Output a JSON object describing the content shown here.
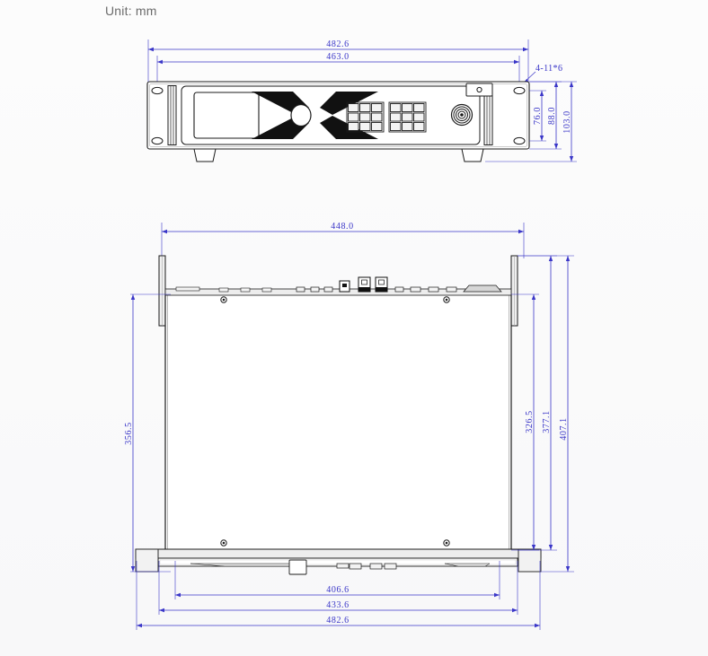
{
  "sheet": {
    "unit_label": "Unit: mm",
    "background_color": "#fbfbfb",
    "dimension_color": "#3a36c8",
    "outline_color": "#1b1b1b",
    "unit_label_color": "#6b6b6b"
  },
  "views": {
    "front": {
      "name": "front-elevation-view",
      "dimensions": {
        "overall_width": "482.6",
        "inner_width": "463.0",
        "hole_pitch_height": "76.0",
        "panel_height": "88.0",
        "overall_height": "103.0",
        "hole_note": "4-11*6"
      },
      "features": {
        "lcd_screen": "lcd-display",
        "center_knob": "center-knob",
        "button_grid_left": "button-grid-3x3-left",
        "button_grid_right": "button-grid-3x3-right",
        "indicator": "status-indicator",
        "rotary_connector": "rotary-connector",
        "rack_ear_left": "rack-ear-left",
        "rack_ear_right": "rack-ear-right",
        "vent_left": "vent-slot-left",
        "vent_right": "vent-slot-right",
        "foot_left": "foot-left",
        "foot_right": "foot-right"
      }
    },
    "plan": {
      "name": "plan-top-view",
      "dimensions": {
        "chassis_width": "448.0",
        "body_depth": "356.5",
        "depth_326": "326.5",
        "depth_377": "377.1",
        "depth_407": "407.1",
        "bottom_406": "406.6",
        "bottom_433": "433.6",
        "bottom_482": "482.6"
      },
      "features": {
        "rear_connector_panel": "rear-connector-panel",
        "screw_top_left": "screw-top-left",
        "screw_top_right": "screw-top-right",
        "screw_bottom_left": "screw-bottom-left",
        "screw_bottom_right": "screw-bottom-right",
        "front_bezel": "front-bezel-strip",
        "mount_ear_left": "mount-ear-left",
        "mount_ear_right": "mount-ear-right"
      }
    }
  },
  "chart_data": {
    "type": "table",
    "title": "Rack-mount chassis mechanical drawing",
    "xlabel": "",
    "ylabel": "",
    "categories": [
      "front.overall_width",
      "front.inner_width",
      "front.hole_pitch_height",
      "front.panel_height",
      "front.overall_height",
      "plan.chassis_width",
      "plan.body_depth",
      "plan.depth_326",
      "plan.depth_377",
      "plan.depth_407",
      "plan.bottom_406",
      "plan.bottom_433",
      "plan.bottom_482"
    ],
    "values": [
      482.6,
      463.0,
      76.0,
      88.0,
      103.0,
      448.0,
      356.5,
      326.5,
      377.1,
      407.1,
      406.6,
      433.6,
      482.6
    ],
    "annotations": [
      "4-11*6",
      "Unit: mm"
    ]
  }
}
